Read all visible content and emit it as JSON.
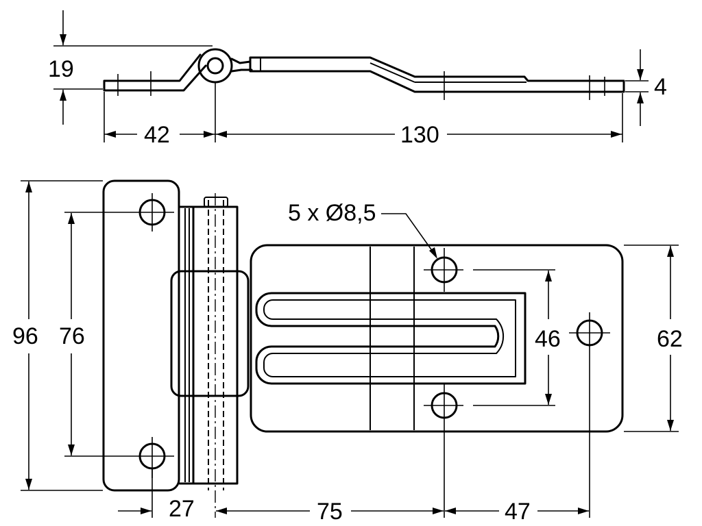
{
  "drawing": {
    "dimensions": {
      "side_height": "19",
      "side_left_length": "42",
      "side_total_length": "130",
      "side_thickness": "4",
      "front_total_height": "96",
      "front_hole_spacing_left": "76",
      "front_leaf_height": "62",
      "front_hole_spacing_right": "46",
      "front_knuckle_offset": "27",
      "front_pin_to_holes": "75",
      "front_holes_to_hole": "47"
    },
    "callouts": {
      "holes": "5 x Ø8,5"
    }
  }
}
